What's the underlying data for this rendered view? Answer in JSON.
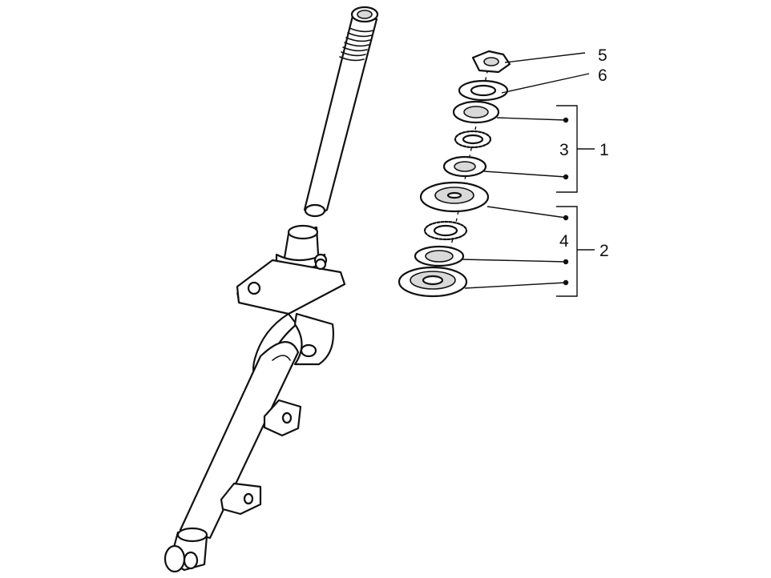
{
  "callouts": {
    "c1": "1",
    "c2": "2",
    "c3": "3",
    "c4": "4",
    "c5": "5",
    "c6": "6"
  },
  "colors": {
    "line": "#111111",
    "background": "#ffffff",
    "shade": "#d9d9d9"
  }
}
